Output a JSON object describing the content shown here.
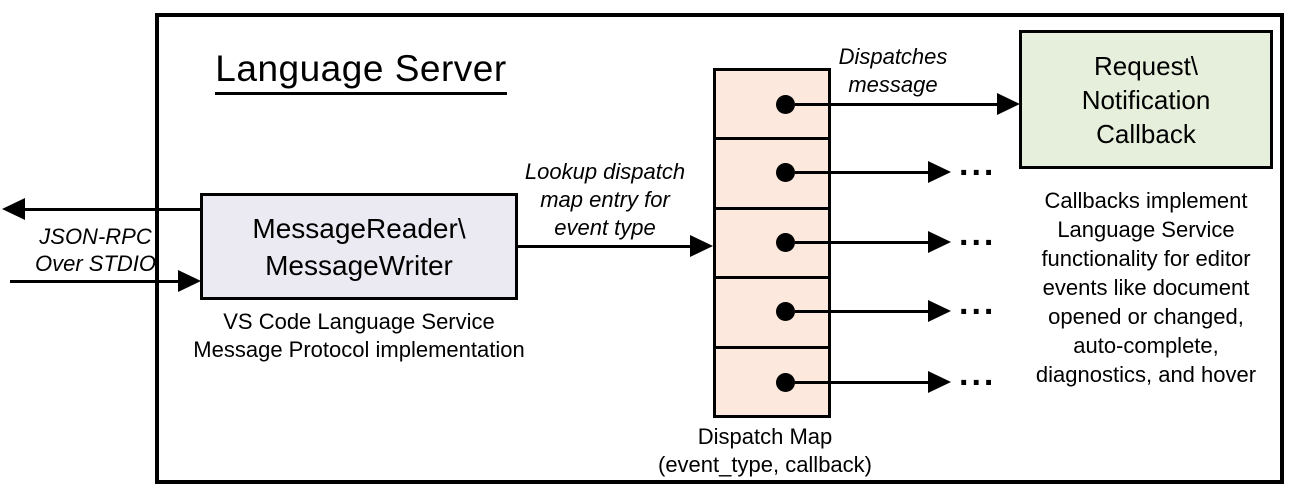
{
  "title": "Language Server",
  "stdio": {
    "lines": [
      "JSON-RPC",
      "Over STDIO"
    ]
  },
  "reader": {
    "lines": [
      "MessageReader\\",
      "MessageWriter"
    ],
    "caption": [
      "VS Code Language Service",
      "Message Protocol implementation"
    ]
  },
  "lookup": {
    "lines": [
      "Lookup dispatch",
      "map entry for",
      "event type"
    ]
  },
  "dispatch": {
    "lines": [
      "Dispatches",
      "message"
    ]
  },
  "callback": {
    "lines": [
      "Request\\",
      "Notification",
      "Callback"
    ],
    "caption": [
      "Callbacks implement",
      "Language Service",
      "functionality for editor",
      "events like document",
      "opened or changed,",
      "auto-complete,",
      "diagnostics, and hover"
    ]
  },
  "map": {
    "label": [
      "Dispatch Map",
      "(event_type, callback)"
    ],
    "cell_count": 5
  },
  "ellipsis": "...",
  "colors": {
    "reader_fill": "#ebeaf2",
    "map_fill": "#fce8dc",
    "callback_fill": "#e5efdb",
    "line": "#000000"
  }
}
